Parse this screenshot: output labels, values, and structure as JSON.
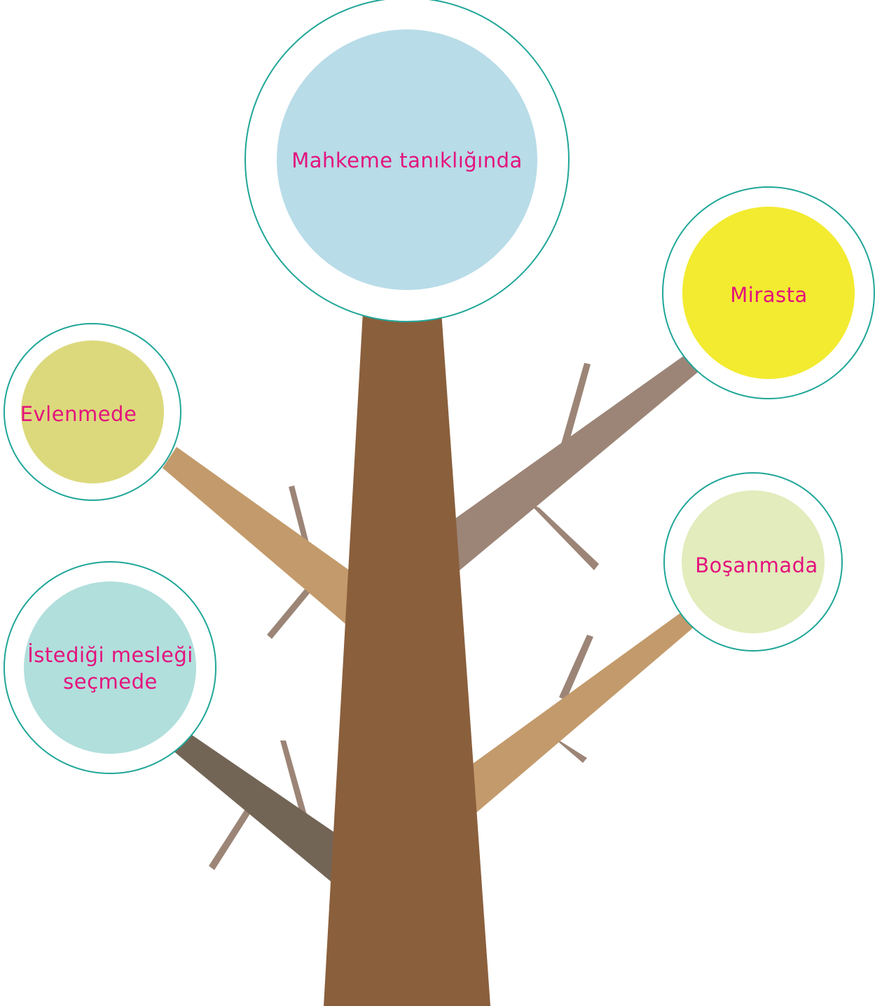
{
  "diagram": {
    "nodes": [
      {
        "id": "top",
        "label": "Mahkeme tanıklığında",
        "fill": "#b8dce8"
      },
      {
        "id": "right-upper",
        "label": "Mirasta",
        "fill": "#f2eb30"
      },
      {
        "id": "left-upper",
        "label": "Evlenmede",
        "fill": "#dcd97c"
      },
      {
        "id": "right-lower",
        "label": "Boşanmada",
        "fill": "#e2ecbc"
      },
      {
        "id": "left-lower",
        "label": "İstediği mesleği\nseçmede",
        "fill": "#b1dfdc"
      }
    ],
    "colors": {
      "ring_stroke": "#1fa698",
      "label_text": "#e4127d",
      "trunk": "#8a5f3c",
      "branch_tan": "#c39a6b",
      "branch_gray": "#9c8577",
      "branch_dark": "#736556"
    }
  }
}
